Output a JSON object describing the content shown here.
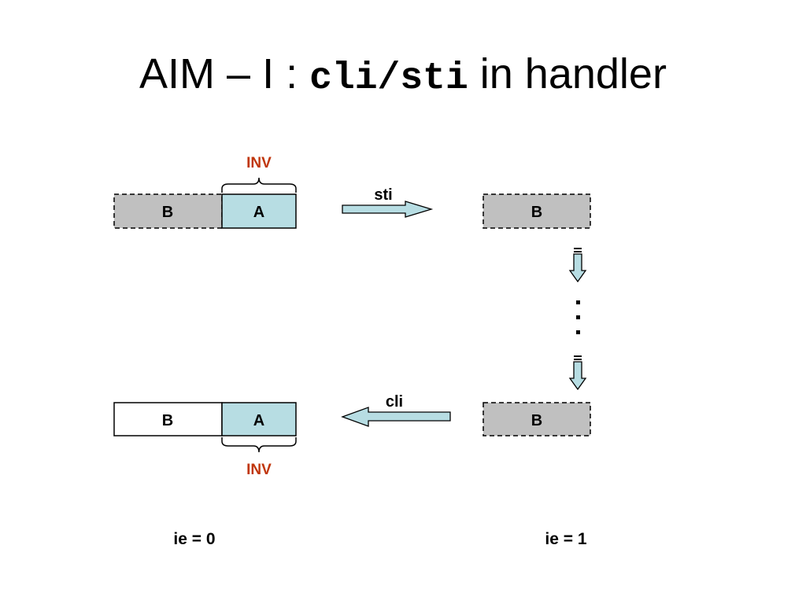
{
  "slide": {
    "title_prefix": "AIM – I :",
    "title_code": "cli/sti",
    "title_suffix": "in handler"
  },
  "diagram": {
    "block_b": "B",
    "block_a": "A",
    "inv_label": "INV",
    "sti_label": "sti",
    "cli_label": "cli",
    "ellipsis": ":",
    "ie_off": "ie = 0",
    "ie_on": "ie = 1"
  },
  "colors": {
    "gray_fill": "#c0c0c0",
    "teal_fill": "#b7dde3",
    "arrow_fill": "#b7dde3",
    "inv_color": "#c0360c",
    "stroke": "#000000"
  }
}
